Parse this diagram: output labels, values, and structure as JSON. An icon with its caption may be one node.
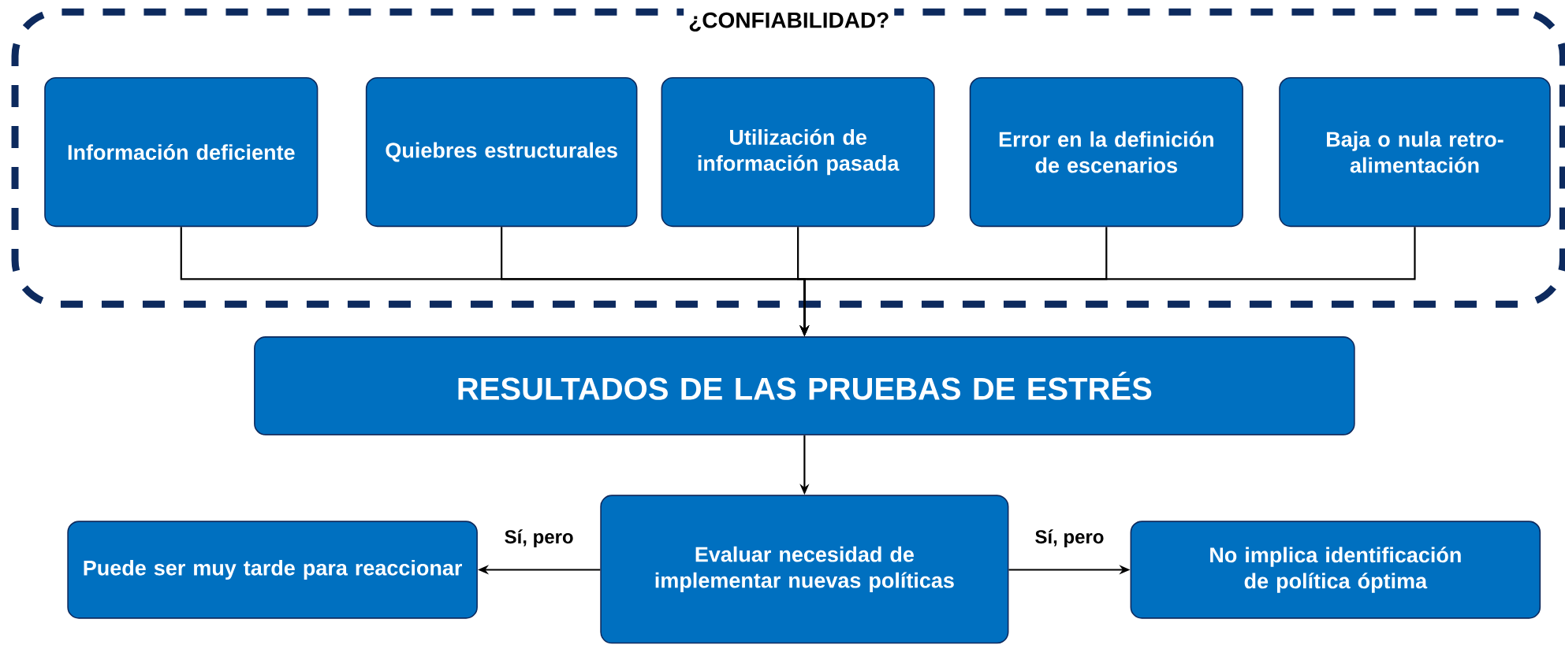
{
  "diagram": {
    "nodes": [
      {
        "text": [
          "¿CONFIABILIDAD?"
        ]
      },
      {
        "text": [
          "Información deficiente"
        ],
        "in": 0
      },
      {
        "text": [
          "Quiebres estructurales"
        ],
        "in": 0
      },
      {
        "text": [
          "Utilización de información pasada"
        ],
        "in": 0
      },
      {
        "text": [
          "Error en la definición de escenarios"
        ],
        "in": 0
      },
      {
        "text": [
          "Baja o nula retro- alimentación"
        ],
        "in": 0
      },
      {
        "text": [
          "RESULTADOS DE LAS PRUEBAS DE ESTRÉS"
        ]
      },
      {
        "text": [
          "Evaluar necesidad de implementar nuevas políticas"
        ]
      },
      {
        "text": [
          "Puede ser muy tarde para reaccionar"
        ]
      },
      {
        "text": [
          "No implica identificación de política óptima"
        ]
      }
    ],
    "edges": [
      {
        "from": 1,
        "to": 6,
        "arrow": "to"
      },
      {
        "from": 2,
        "to": 6,
        "arrow": "to"
      },
      {
        "from": 3,
        "to": 6,
        "arrow": "to"
      },
      {
        "from": 4,
        "to": 6,
        "arrow": "to"
      },
      {
        "from": 5,
        "to": 6,
        "arrow": "to"
      },
      {
        "from": 6,
        "to": 7,
        "arrow": "to"
      },
      {
        "from": 7,
        "to": 8,
        "arrow": "to",
        "label": "Sí, pero"
      },
      {
        "from": 7,
        "to": 9,
        "arrow": "to",
        "label": "Sí, pero"
      }
    ]
  }
}
